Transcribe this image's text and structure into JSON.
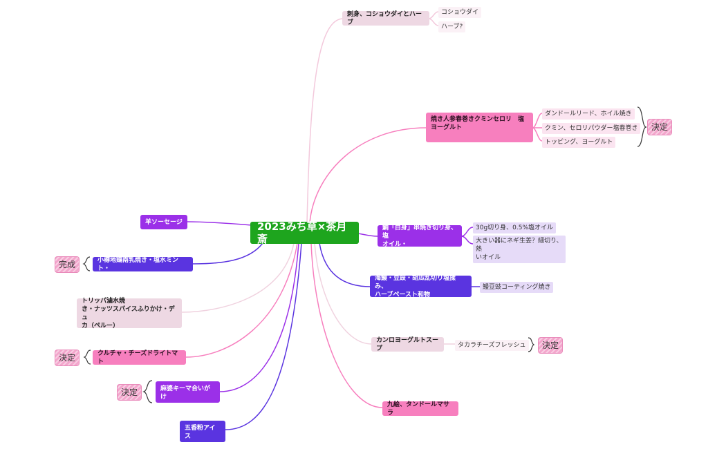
{
  "root": {
    "title": "2023みち草×茶月斎"
  },
  "right_branches": {
    "sashimi": {
      "label": "刺身、コショウダイとハーブ",
      "children": [
        "コショウダイ",
        "ハーブ?"
      ]
    },
    "carrot": {
      "label": "焼き人参春巻きクミンセロリ　塩\nヨーグルト",
      "children": [
        "ダンドールリード、ホイル焼き",
        "クミン、セロリパウダー塩春巻き",
        "トッピング、ヨーグルト"
      ],
      "tag": "決定"
    },
    "tai": {
      "label": "鯛「白身」串焼き切り身、塩\nオイル・",
      "children": [
        "30g切り身、0.5%塩オイル",
        "大きい器にネギ生姜？細切り、熱\nいオイル"
      ]
    },
    "kaiso": {
      "label": "海鰻・豆豉・胡瓜乱切り塩揉み、\nハーブペースト和物",
      "children": [
        "鰻豆豉コーティング焼き"
      ]
    },
    "kanro": {
      "label": "カンロヨーグルトスープ",
      "children": [
        "タカラチーズフレッシュ"
      ],
      "tag": "決定"
    },
    "kujira": {
      "label": "九絵、タンドールマサラ"
    }
  },
  "left_branches": {
    "lamb": {
      "label": "羊ソーセージ"
    },
    "otaru": {
      "label": "小樽地鶏南乳焼き・塩水ミント・",
      "tag": "完成"
    },
    "tripe": {
      "label": "トリッパ滷水焼\nき・ナッツスパイスふりかけ・デュ\nカ（ペルー）"
    },
    "kulcha": {
      "label": "クルチャ・チーズドライトマト",
      "tag": "決定"
    },
    "mapo": {
      "label": "麻婆キーマ合いがけ",
      "tag": "決定"
    },
    "gokou": {
      "label": "五香粉アイス"
    }
  },
  "colors": {
    "root": "#1ea51e",
    "purple": "#9b30e8",
    "indigo": "#5a34e0",
    "pink": "#f77fbe",
    "pale": "#eed8e3",
    "tag": "#f3a6cc"
  }
}
